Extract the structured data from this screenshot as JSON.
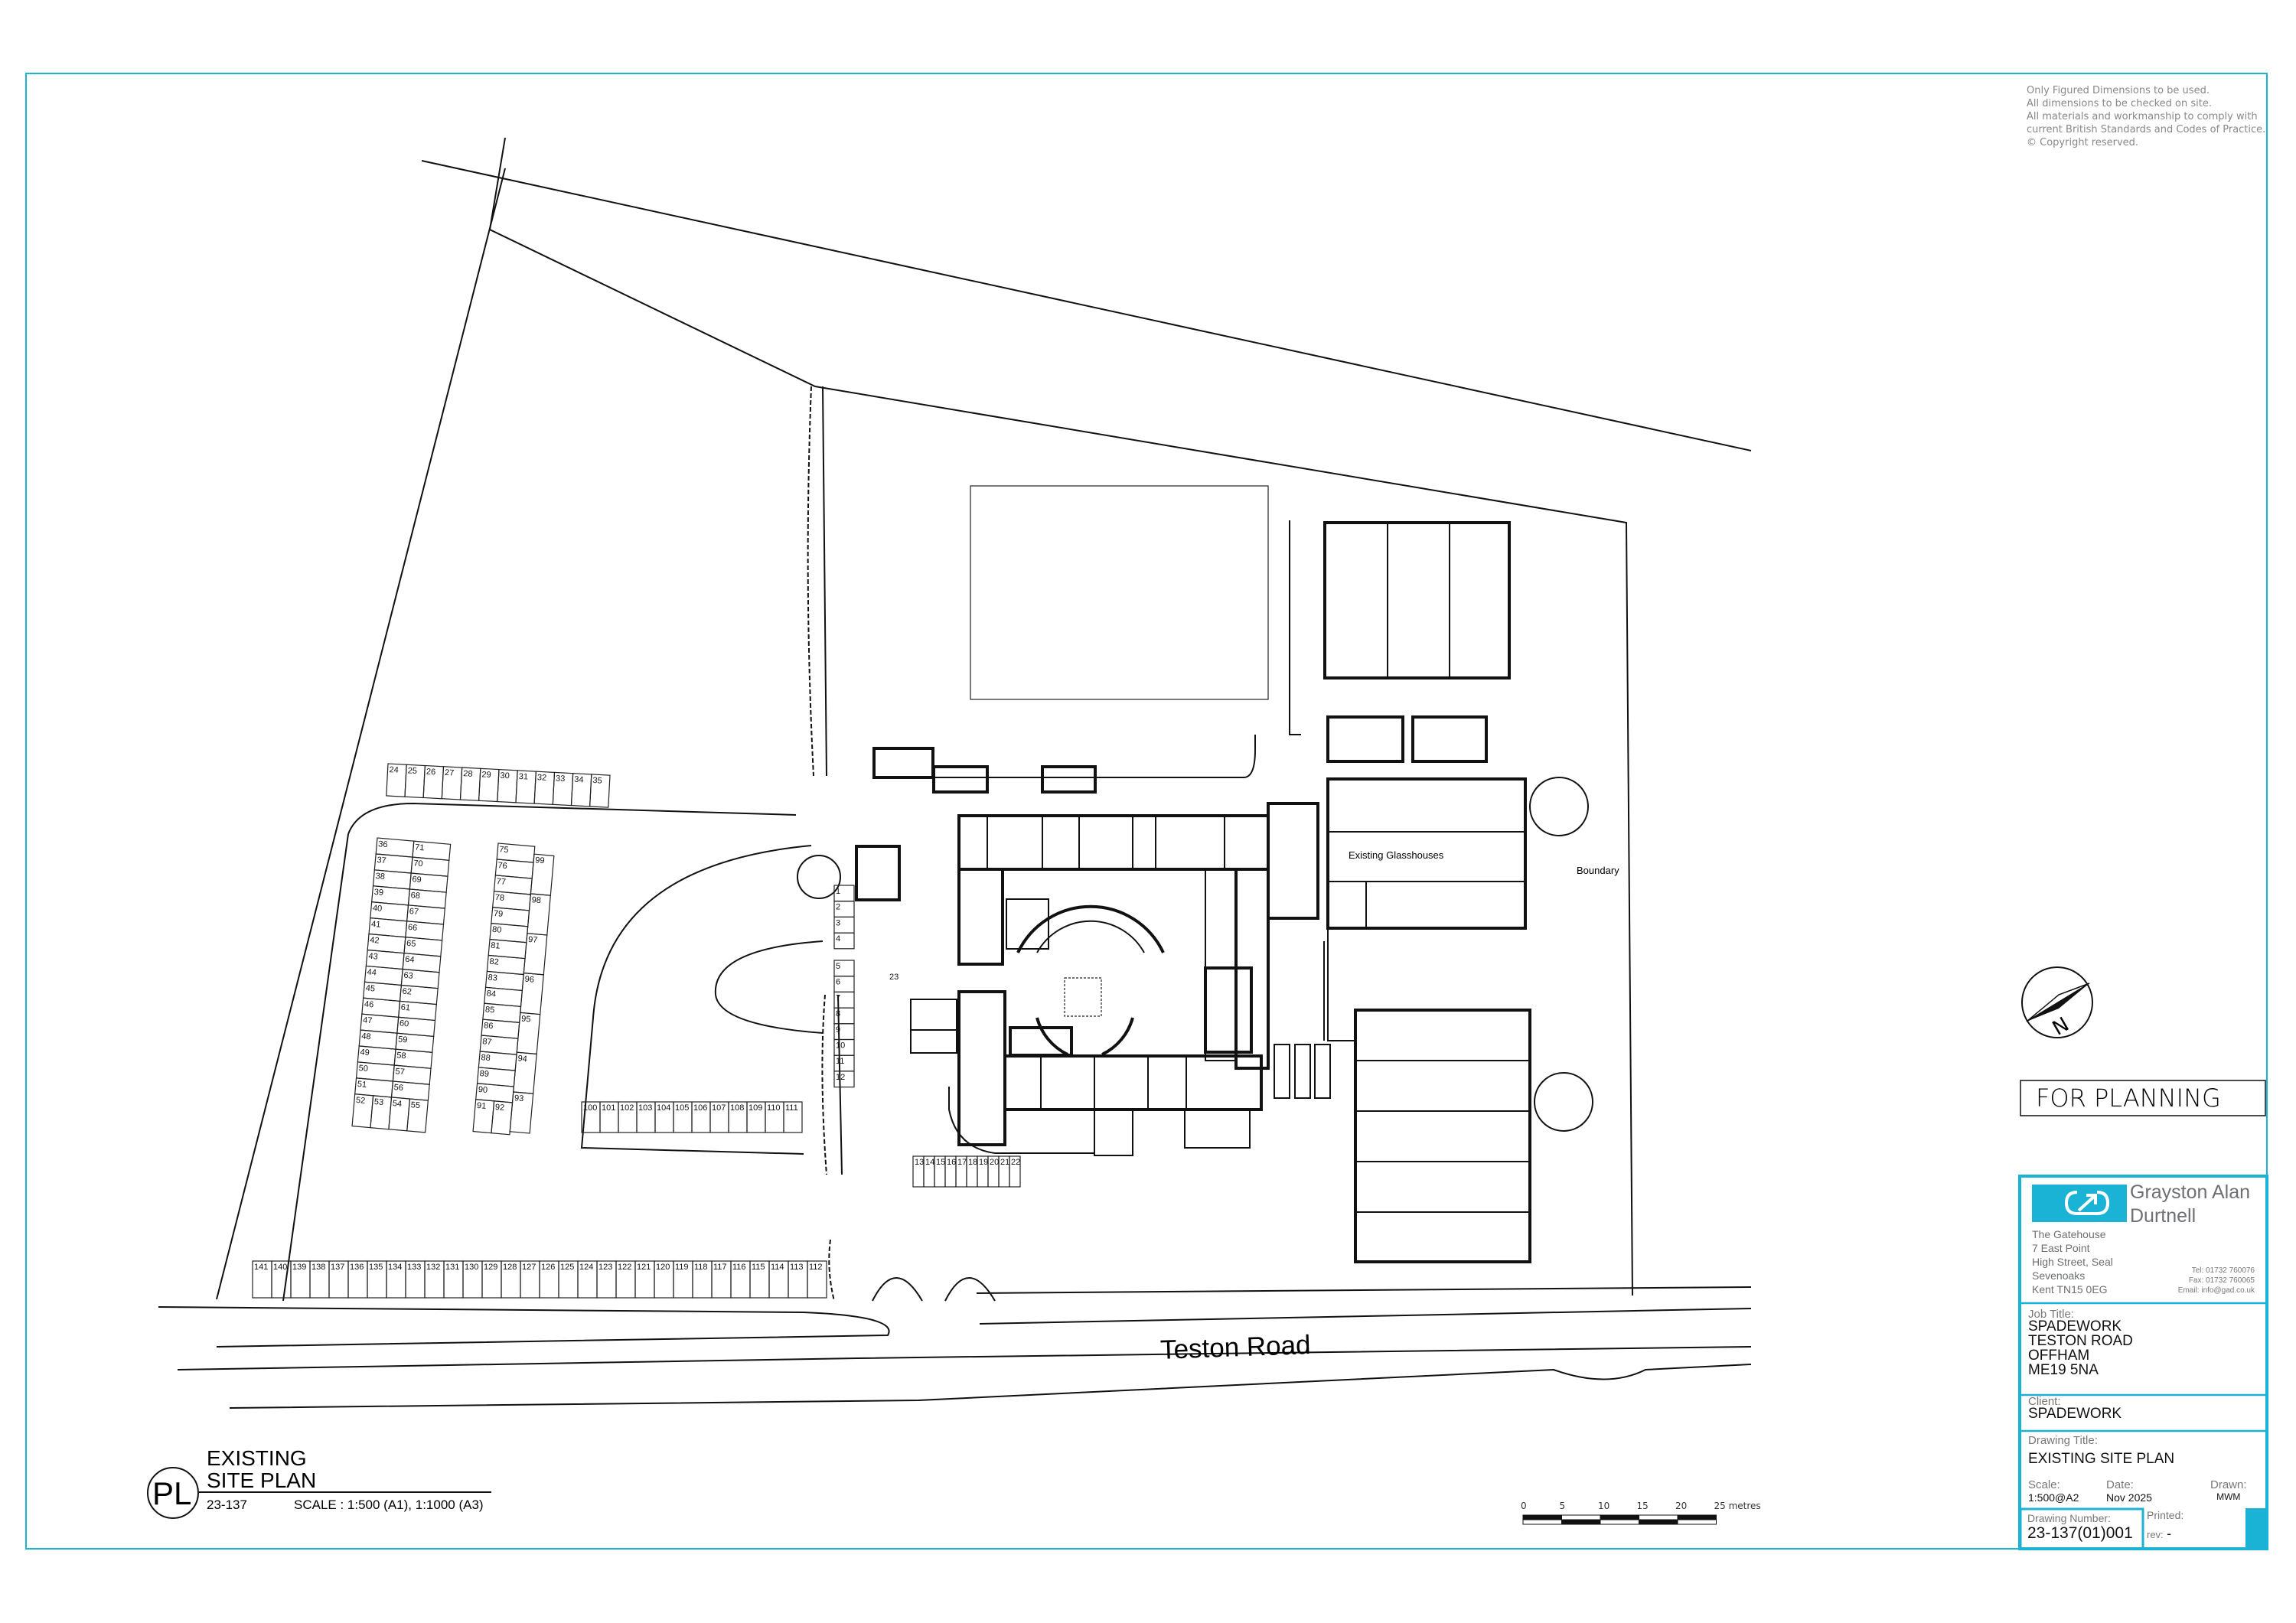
{
  "notes": [
    "Only Figured Dimensions  to be used.",
    "All dimensions to be checked on site.",
    "All materials and workmanship to comply with",
    "current British Standards and Codes of Practice.",
    "© Copyright reserved."
  ],
  "plan_labels": {
    "road": "Teston Road",
    "boundary": "Boundary",
    "glasshouses": "Existing Glasshouses",
    "north": "N"
  },
  "stamp": "FOR PLANNING",
  "drawing_caption": {
    "symbol": "PL",
    "title_line1": "EXISTING",
    "title_line2": "SITE PLAN",
    "job_ref": "23-137",
    "scale": "SCALE : 1:500 (A1), 1:1000 (A3)"
  },
  "scale_bar": {
    "ticks": [
      "0",
      "5",
      "10",
      "15",
      "20",
      "25 metres"
    ]
  },
  "parking": {
    "row_top": [
      "24",
      "25",
      "26",
      "27",
      "28",
      "29",
      "30",
      "31",
      "32",
      "33",
      "34",
      "35"
    ],
    "col_a_left": [
      "36",
      "37",
      "38",
      "39",
      "40",
      "41",
      "42",
      "43",
      "44",
      "45",
      "46",
      "47",
      "48",
      "49",
      "50",
      "51"
    ],
    "col_a_right": [
      "71",
      "70",
      "69",
      "68",
      "67",
      "66",
      "65",
      "64",
      "63",
      "62",
      "61",
      "60",
      "59",
      "58",
      "57",
      "56"
    ],
    "col_a_bottom": [
      "52",
      "53",
      "54",
      "55"
    ],
    "col_b_left": [
      "75",
      "76",
      "77",
      "78",
      "79",
      "80",
      "81",
      "82",
      "83",
      "84",
      "85",
      "86",
      "87",
      "88",
      "89",
      "90"
    ],
    "col_b_bottom": [
      "91",
      "92"
    ],
    "col_b_right": [
      "99",
      "98",
      "97",
      "96",
      "95",
      "94",
      "93"
    ],
    "row_mid": [
      "100",
      "101",
      "102",
      "103",
      "104",
      "105",
      "106",
      "107",
      "108",
      "109",
      "110",
      "111"
    ],
    "row_front": [
      "141",
      "140",
      "139",
      "138",
      "137",
      "136",
      "135",
      "134",
      "133",
      "132",
      "131",
      "130",
      "129",
      "128",
      "127",
      "126",
      "125",
      "124",
      "123",
      "122",
      "121",
      "120",
      "119",
      "118",
      "117",
      "116",
      "115",
      "114",
      "113",
      "112"
    ],
    "col_entrance_a": [
      "1",
      "2",
      "3",
      "4"
    ],
    "col_entrance_b": [
      "5",
      "6",
      "7",
      "8",
      "9",
      "10",
      "11",
      "12"
    ],
    "row_accessible": [
      "13",
      "14",
      "15",
      "16",
      "17",
      "18",
      "19",
      "20",
      "21",
      "22"
    ],
    "single": "23"
  },
  "title_block": {
    "company_line1": "Grayston Alan",
    "company_line2": "Durtnell",
    "address": [
      "The Gatehouse",
      "7 East Point",
      "High Street, Seal",
      "Sevenoaks",
      "Kent TN15 0EG"
    ],
    "tel": "Tel: 01732 760076",
    "fax": "Fax: 01732 760065",
    "email": "Email: info@gad.co.uk",
    "job_title_label": "Job Title:",
    "job_title": [
      "SPADEWORK",
      "TESTON ROAD",
      "OFFHAM",
      "ME19 5NA"
    ],
    "client_label": "Client:",
    "client": "SPADEWORK",
    "drawing_title_label": "Drawing Title:",
    "drawing_title": "EXISTING SITE PLAN",
    "scale_label": "Scale:",
    "scale": "1:500@A2",
    "date_label": "Date:",
    "date": "Nov 2025",
    "drawn_label": "Drawn:",
    "drawn": "MWM",
    "drawing_number_label": "Drawing Number:",
    "drawing_number": "23-137(01)001",
    "printed_label": "Printed:",
    "rev_label": "rev:",
    "rev": "-"
  },
  "colors": {
    "accent": "#1ab3d6",
    "line": "#111111",
    "muted": "#777777"
  }
}
